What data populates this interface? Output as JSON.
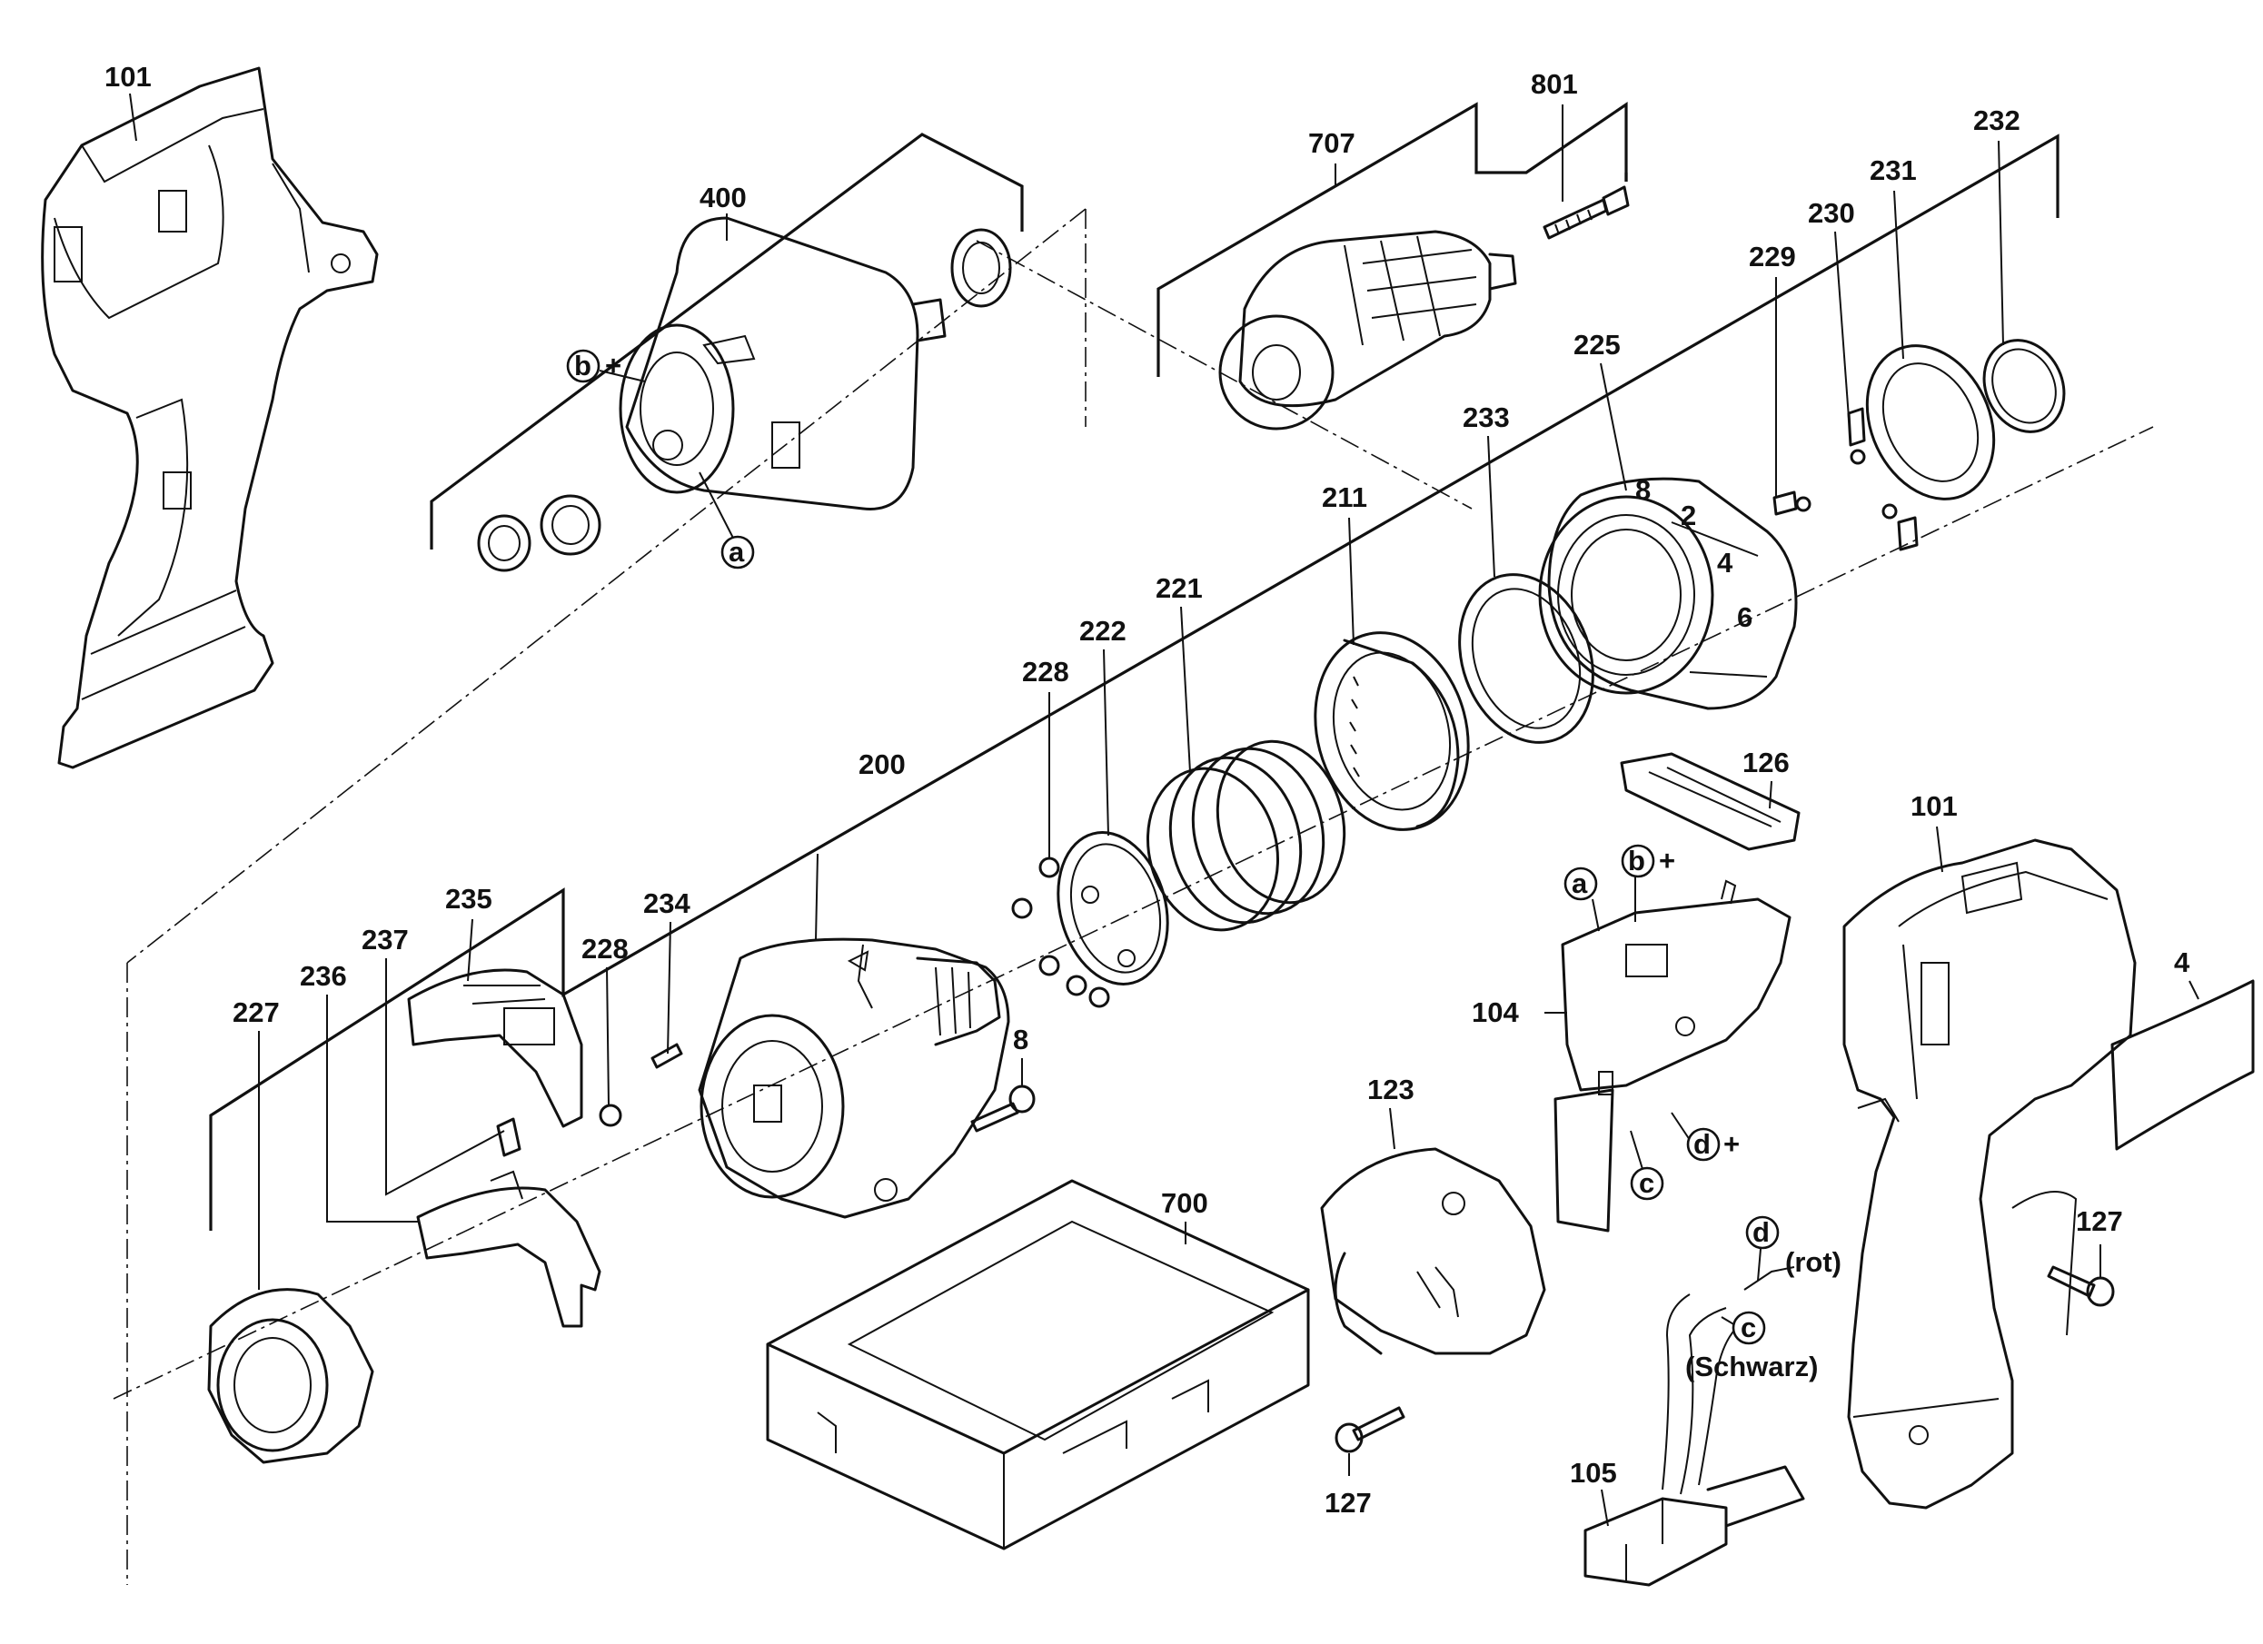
{
  "diagram": {
    "part_labels": {
      "p101_top": "101",
      "p400": "400",
      "p707": "707",
      "p801": "801",
      "p232": "232",
      "p231": "231",
      "p230": "230",
      "p229": "229",
      "p225": "225",
      "p233": "233",
      "p211": "211",
      "p221": "221",
      "p222": "222",
      "p228_upper": "228",
      "p200": "200",
      "p126": "126",
      "p101_right": "101",
      "p4": "4",
      "p235": "235",
      "p237": "237",
      "p236": "236",
      "p227": "227",
      "p228_lower": "228",
      "p234": "234",
      "p8": "8",
      "p104": "104",
      "p123": "123",
      "p700": "700",
      "p127_right": "127",
      "p127_bottom": "127",
      "p105": "105"
    },
    "connection_markers": {
      "motor_b": "b",
      "motor_b_sign": "+",
      "motor_a": "a",
      "switch_a": "a",
      "switch_b": "b",
      "switch_b_sign": "+",
      "switch_d": "d",
      "switch_d_sign": "+",
      "switch_c": "c",
      "wire_d": "d",
      "wire_d_color": "(rot)",
      "wire_c": "c",
      "wire_c_color": "(Schwarz)"
    },
    "clutch_ring_numbers": [
      "8",
      "2",
      "4",
      "6"
    ]
  }
}
